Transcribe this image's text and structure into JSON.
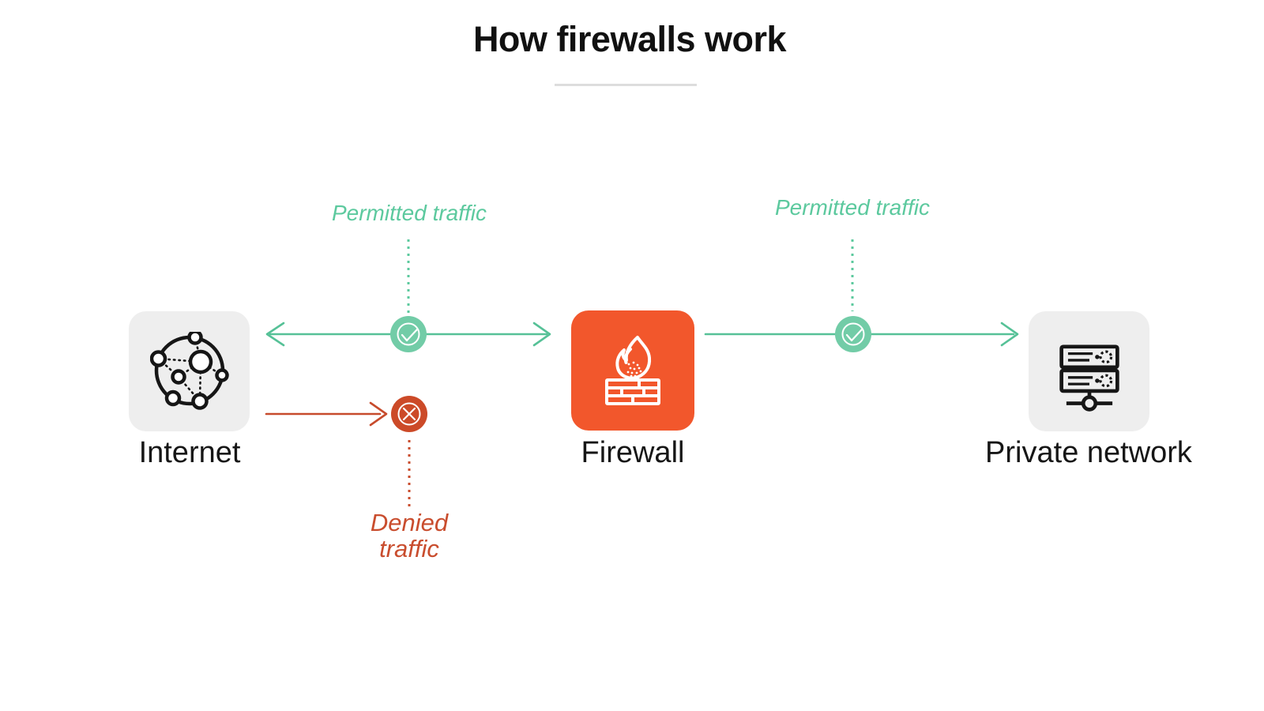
{
  "title": "How firewalls work",
  "colors": {
    "green_line": "#56C197",
    "green_fill": "#72CCA7",
    "green_text": "#5CC99E",
    "orange": "#F2572C",
    "red_line": "#C74B2C",
    "red_fill": "#CC4A28",
    "red_text": "#C94D2E",
    "node_bg": "#EEEEEE",
    "ink": "#161616",
    "divider": "#DDDDDD",
    "bg": "#FFFFFF"
  },
  "nodes": [
    {
      "id": "internet",
      "label": "Internet",
      "icon": "globe-network-icon"
    },
    {
      "id": "firewall",
      "label": "Firewall",
      "icon": "firewall-flame-icon"
    },
    {
      "id": "private-network",
      "label": "Private network",
      "icon": "server-rack-icon"
    }
  ],
  "flows": [
    {
      "id": "permitted-left",
      "label": "Permitted traffic",
      "status": "permitted",
      "icon": "check-icon",
      "direction": "bidirectional",
      "from": "internet",
      "to": "firewall"
    },
    {
      "id": "permitted-right",
      "label": "Permitted traffic",
      "status": "permitted",
      "icon": "check-icon",
      "direction": "right",
      "from": "firewall",
      "to": "private-network"
    },
    {
      "id": "denied",
      "label": "Denied traffic",
      "status": "denied",
      "icon": "cross-icon",
      "direction": "right",
      "from": "internet",
      "to": "firewall"
    }
  ]
}
